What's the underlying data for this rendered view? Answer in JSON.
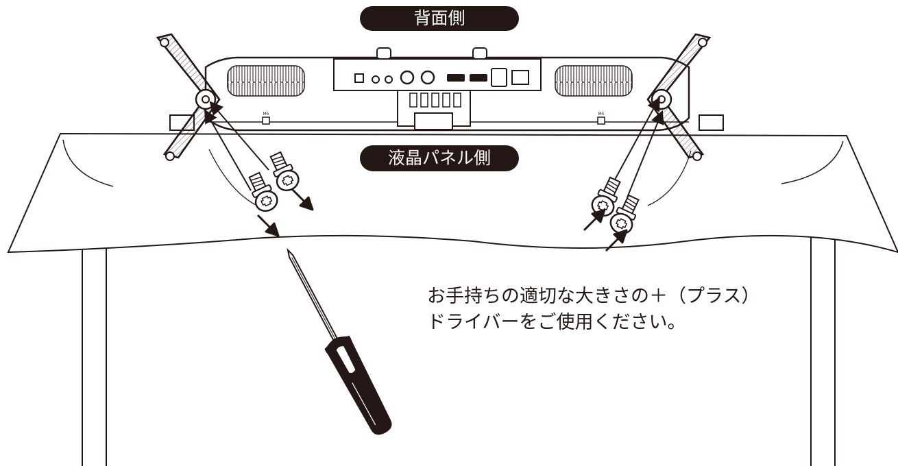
{
  "labels": {
    "rear_side": "背面側",
    "panel_side": "液晶パネル側",
    "left_screw_hole_mark": "M5",
    "right_screw_hole_mark": "M5"
  },
  "instruction": {
    "line1": "お手持ちの適切な大きさの＋（プラス）",
    "line2": "ドライバーをご使用ください。"
  },
  "colors": {
    "ink": "#231815",
    "label_text": "#ffffff",
    "background": "#ffffff"
  },
  "icons": {
    "tool": "phillips-screwdriver",
    "fastener": "phillips-screw",
    "direction": "arrow"
  }
}
